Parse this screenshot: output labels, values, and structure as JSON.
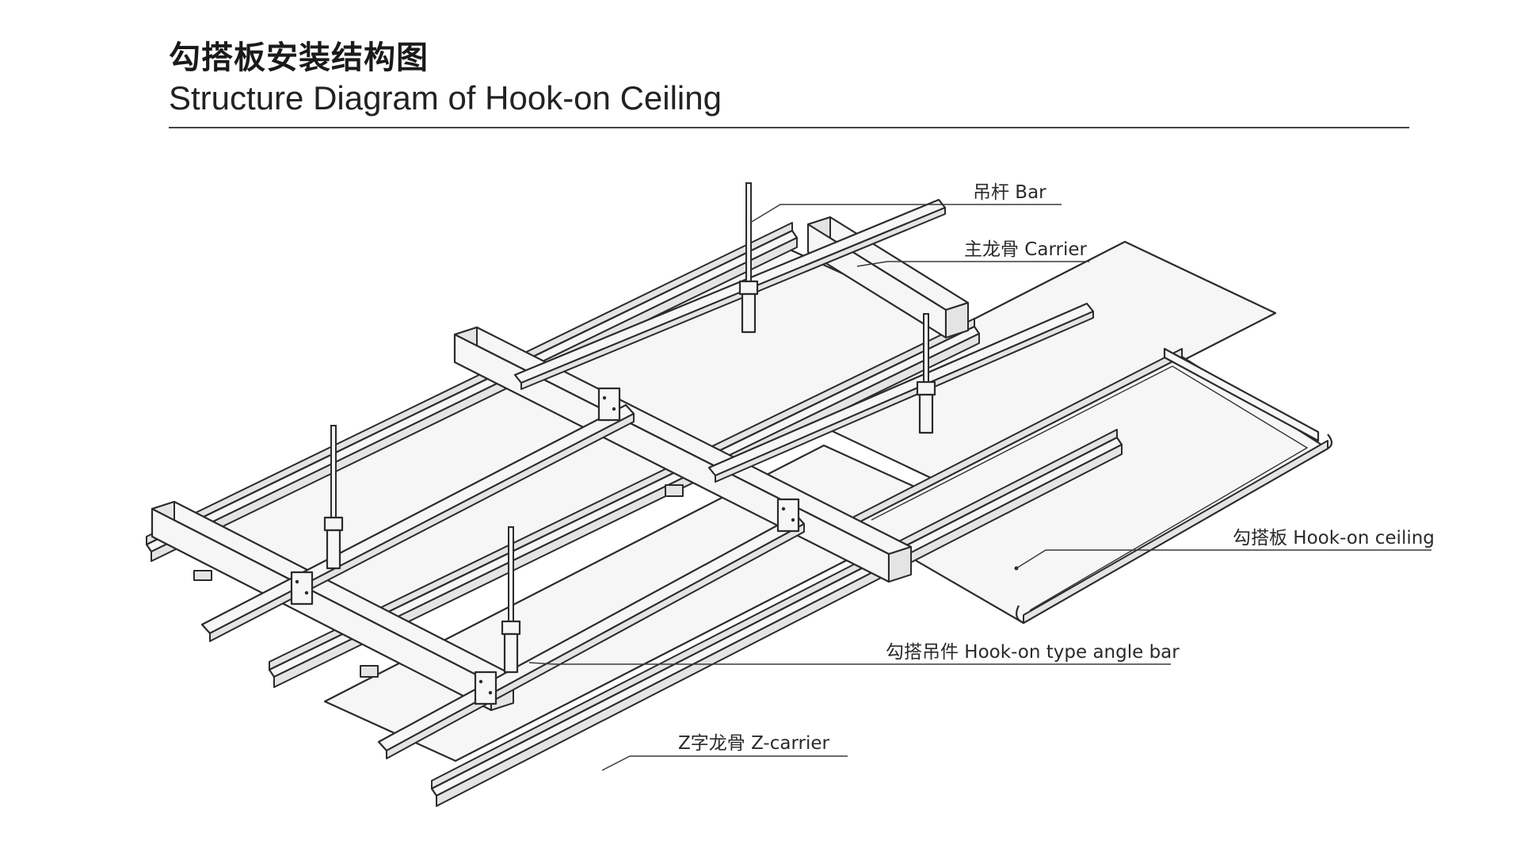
{
  "title": {
    "zh": "勾搭板安装结构图",
    "en": "Structure Diagram of Hook-on Ceiling"
  },
  "callouts": {
    "bar": "吊杆 Bar",
    "carrier": "主龙骨 Carrier",
    "panel": "勾搭板 Hook-on ceiling",
    "hook": "勾搭吊件 Hook-on type angle bar",
    "zcarrier": "Z字龙骨 Z-carrier"
  }
}
